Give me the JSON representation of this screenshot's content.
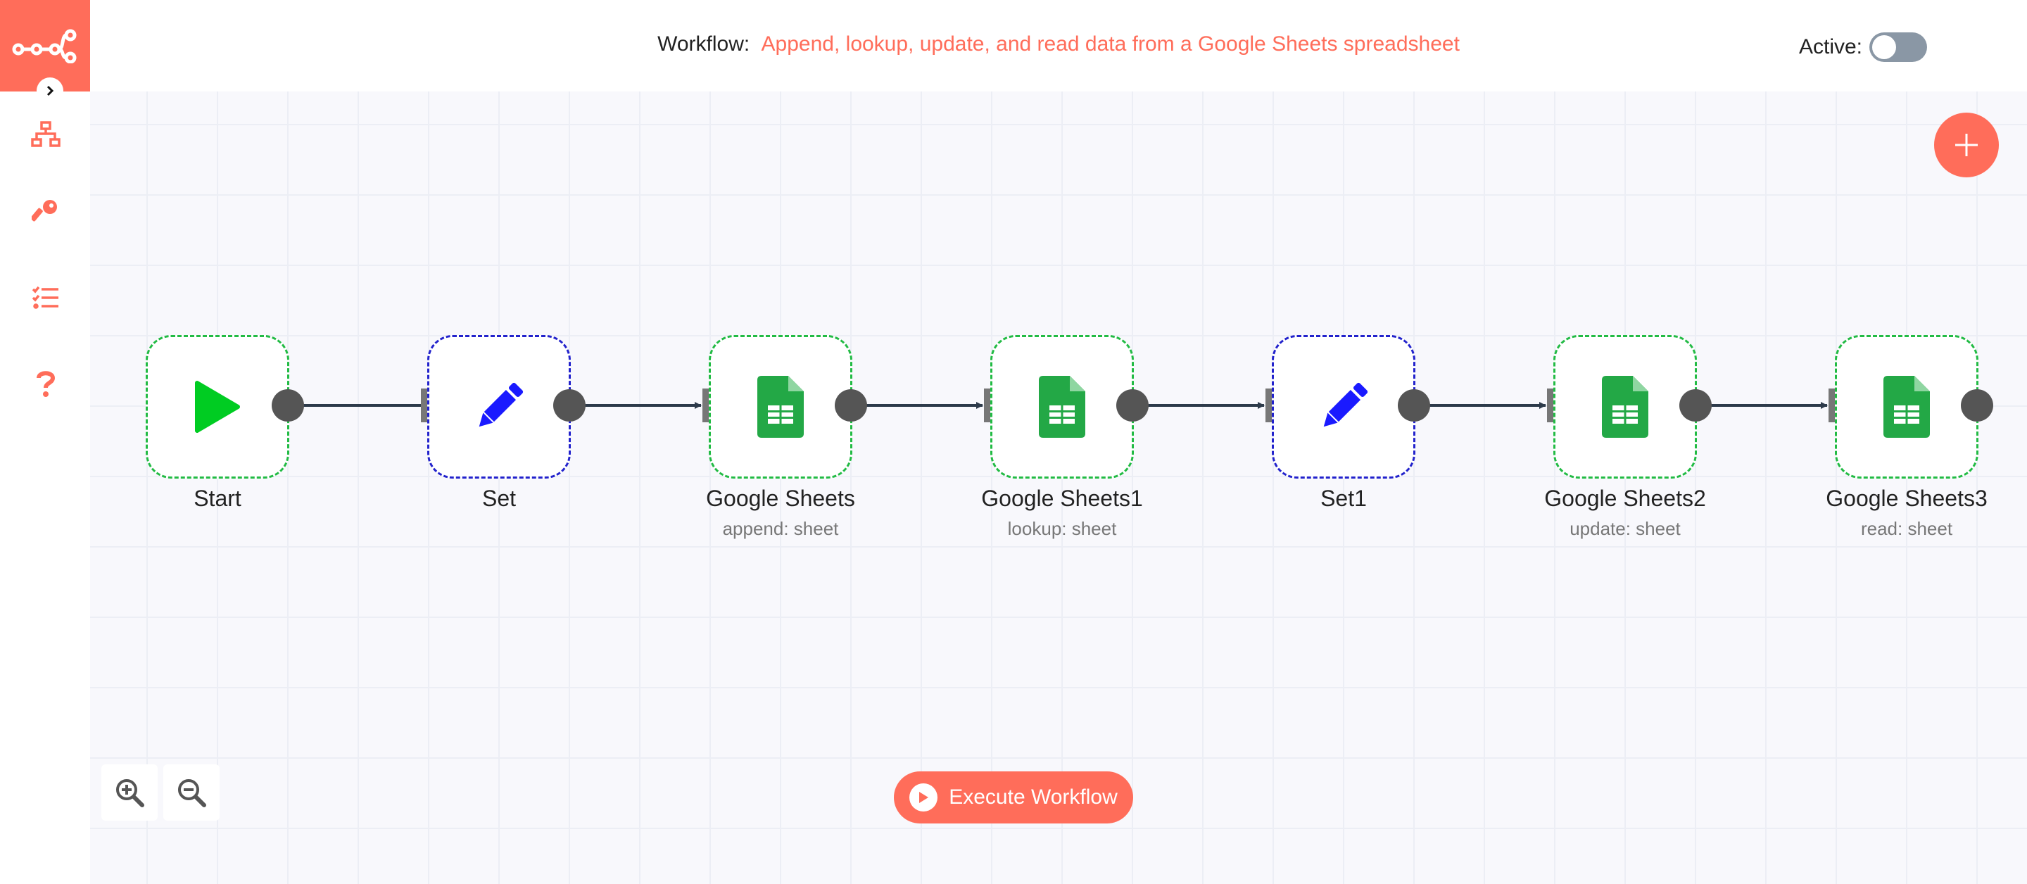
{
  "header": {
    "workflow_label": "Workflow:",
    "workflow_name": "Append, lookup, update, and read data from a Google Sheets spreadsheet",
    "active_label": "Active:",
    "active": false
  },
  "sidebar": {
    "items": [
      {
        "icon": "network-icon"
      },
      {
        "icon": "key-icon"
      },
      {
        "icon": "tasks-list-icon"
      },
      {
        "icon": "question-icon"
      }
    ]
  },
  "nodes": [
    {
      "label": "Start",
      "sub": "",
      "icon": "play-icon",
      "type": "start"
    },
    {
      "label": "Set",
      "sub": "",
      "icon": "pencil-icon",
      "type": "set"
    },
    {
      "label": "Google Sheets",
      "sub": "append: sheet",
      "icon": "google-sheets-icon",
      "type": "sheets"
    },
    {
      "label": "Google Sheets1",
      "sub": "lookup: sheet",
      "icon": "google-sheets-icon",
      "type": "sheets"
    },
    {
      "label": "Set1",
      "sub": "",
      "icon": "pencil-icon",
      "type": "set"
    },
    {
      "label": "Google Sheets2",
      "sub": "update: sheet",
      "icon": "google-sheets-icon",
      "type": "sheets"
    },
    {
      "label": "Google Sheets3",
      "sub": "read: sheet",
      "icon": "google-sheets-icon",
      "type": "sheets"
    }
  ],
  "execute": {
    "label": "Execute Workflow"
  },
  "colors": {
    "brand": "#ff6d5a",
    "sheets": "#22bb44",
    "set": "#2222cc"
  }
}
